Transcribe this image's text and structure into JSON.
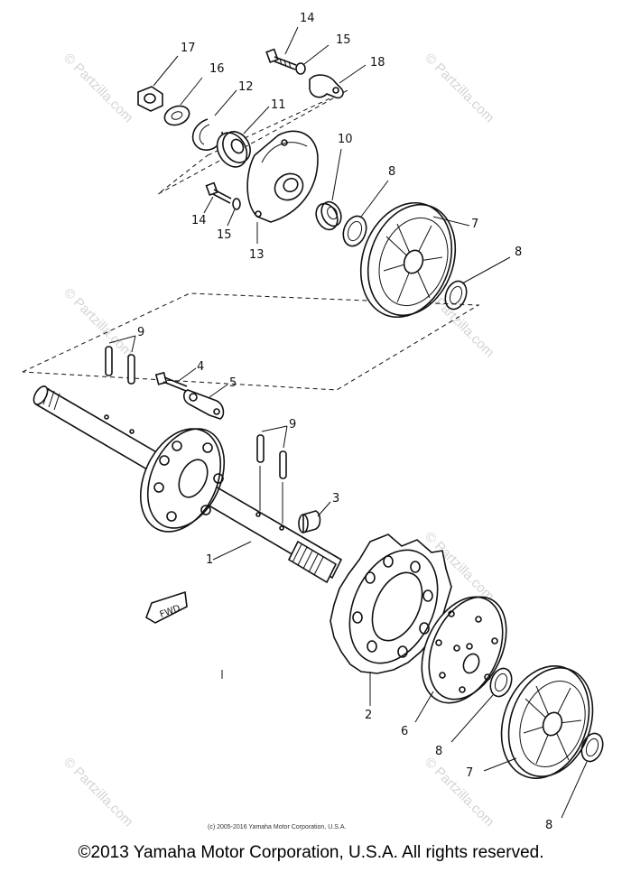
{
  "part_labels": {
    "p14_top": "14",
    "p15_top": "15",
    "p17": "17",
    "p16": "16",
    "p18": "18",
    "p12": "12",
    "p11": "11",
    "p10": "10",
    "p8_top": "8",
    "p14_mid": "14",
    "p15_mid": "15",
    "p13": "13",
    "p7_top": "7",
    "p8_right": "8",
    "p9_left": "9",
    "p4": "4",
    "p5": "5",
    "p9_right": "9",
    "p3": "3",
    "p1": "1",
    "p2": "2",
    "p6": "6",
    "p8_bottom": "8",
    "p7_bottom": "7",
    "p8_last": "8"
  },
  "fwd_tag": "FWD",
  "watermark_text": "© Partzilla.com",
  "small_credit": "(c) 2005-2016 Yamaha Motor Corporation, U.S.A.",
  "footer": "©2013 Yamaha Motor Corporation, U.S.A. All rights reserved."
}
